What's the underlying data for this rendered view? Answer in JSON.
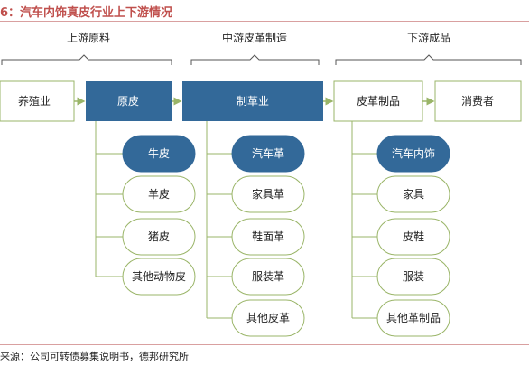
{
  "title": "6：汽车内饰真皮行业上下游情况",
  "source": "来源：公司可转债募集说明书，德邦研究所",
  "stages": {
    "upstream": "上游原料",
    "midstream": "中游皮革制造",
    "downstream": "下游成品"
  },
  "chain": {
    "breeding": "养殖业",
    "raw_hide": "原皮",
    "tannery": "制革业",
    "leather_products": "皮革制品",
    "consumer": "消费者"
  },
  "raw_hide_types": [
    "牛皮",
    "羊皮",
    "猪皮",
    "其他动物皮"
  ],
  "leather_types": [
    "汽车革",
    "家具革",
    "鞋面革",
    "服装革",
    "其他皮革"
  ],
  "product_types": [
    "汽车内饰",
    "家具",
    "皮鞋",
    "服装",
    "其他革制品"
  ],
  "colors": {
    "dark_blue": "#336999",
    "green_border": "#9ab568",
    "brace": "#555555",
    "title_red": "#c0504d"
  }
}
